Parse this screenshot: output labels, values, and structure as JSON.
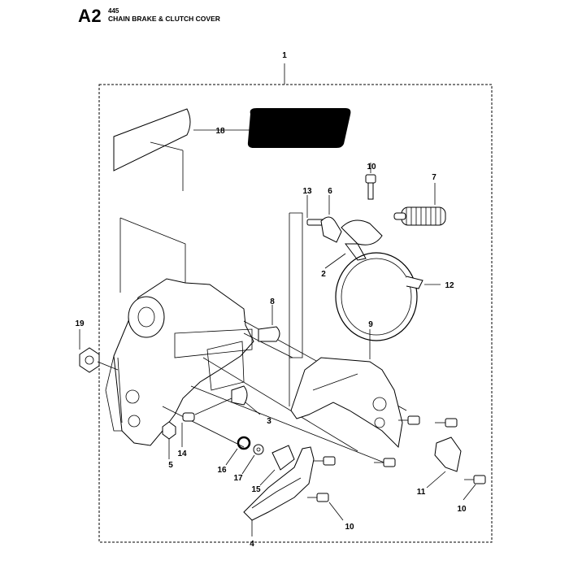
{
  "header": {
    "section_code": "A2",
    "model": "445",
    "title": "CHAIN BRAKE & CLUTCH COVER"
  },
  "callouts": {
    "c1": "1",
    "c18": "18",
    "c10a": "10",
    "c13": "13",
    "c6": "6",
    "c7": "7",
    "c2": "2",
    "c12": "12",
    "c8": "8",
    "c19": "19",
    "c9": "9",
    "c3": "3",
    "c14": "14",
    "c5": "5",
    "c16": "16",
    "c17": "17",
    "c15": "15",
    "c11": "11",
    "c10b": "10",
    "c10c": "10",
    "c4": "4"
  }
}
